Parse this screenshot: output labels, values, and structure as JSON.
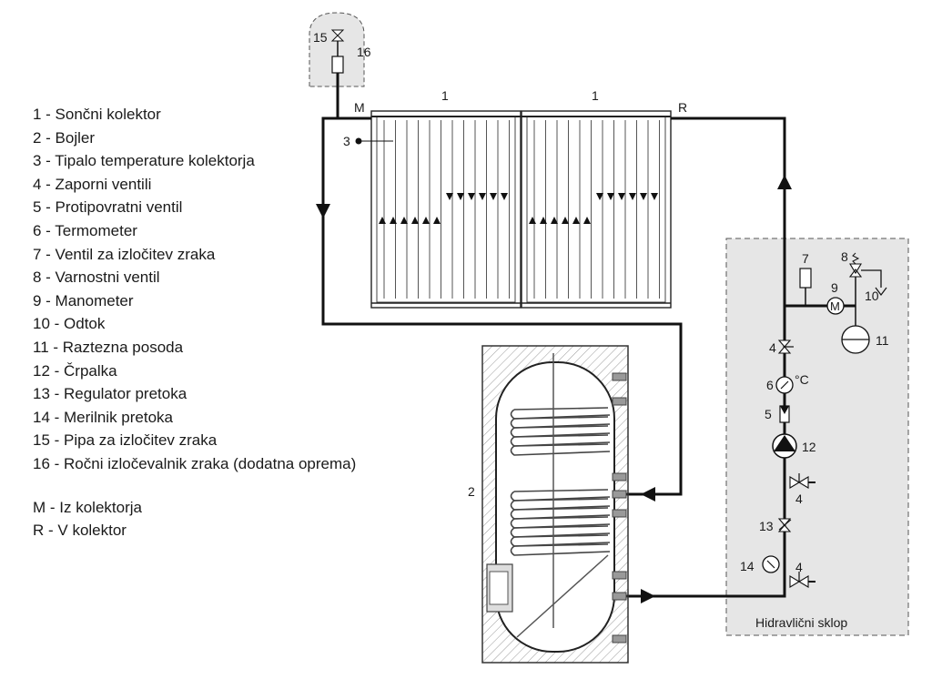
{
  "legend": {
    "items": [
      "1 - Sončni kolektor",
      "2 - Bojler",
      "3 - Tipalo temperature kolektorja",
      "4 - Zaporni ventili",
      "5 - Protipovratni ventil",
      "6 - Termometer",
      "7 - Ventil za izločitev zraka",
      "8 - Varnostni ventil",
      "9 - Manometer",
      "10 - Odtok",
      "11 - Raztezna posoda",
      "12 - Črpalka",
      "13 - Regulator pretoka",
      "14 - Merilnik pretoka",
      "15 - Pipa za izločitev zraka",
      "16 - Ročni izločevalnik zraka (dodatna oprema)"
    ],
    "flow": [
      "M - Iz kolektorja",
      "R - V kolektor"
    ]
  },
  "labels": {
    "collector_1a": "1",
    "collector_1b": "1",
    "m": "M",
    "r": "R",
    "sensor": "3",
    "tank": "2",
    "air_vent_15": "15",
    "air_vent_16": "16",
    "vent_7": "7",
    "safety_8": "8",
    "gauge_9": "9",
    "gauge_9_symbol": "M",
    "drain_10": "10",
    "vessel_11": "11",
    "valve_4_top": "4",
    "thermo_6": "6",
    "thermo_unit": "°C",
    "check_5": "5",
    "pump_12": "12",
    "valve_4_mid": "4",
    "regulator_13": "13",
    "flowmeter_14": "14",
    "valve_4_bottom": "4",
    "hydraulic_group": "Hidravlični sklop"
  },
  "colors": {
    "pipe": "#111111",
    "group_fill": "#e6e6e6",
    "tank_hatch": "#9a9a9a"
  }
}
